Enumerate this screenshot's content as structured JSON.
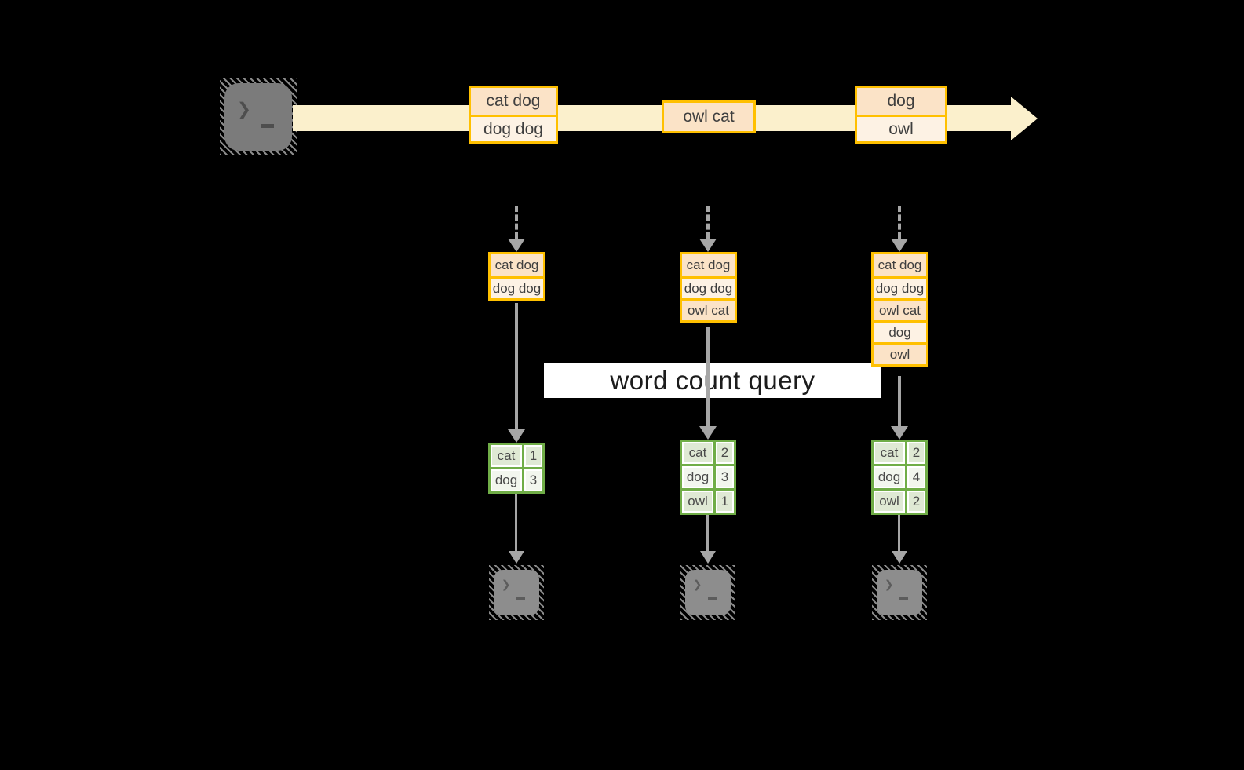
{
  "banner": {
    "label": "word count query"
  },
  "icons": {
    "source_terminal": "terminal-icon",
    "sink_terminal": "terminal-icon",
    "prompt_chevron": "❯"
  },
  "colors": {
    "background": "#000000",
    "accent_amber": "#FFC000",
    "fill_peach_dark": "#FBE3C7",
    "fill_peach_light": "#FDF2E4",
    "stream_band": "#FBF0CC",
    "accent_green": "#70AD47",
    "fill_green_dark": "#DFE9D4",
    "fill_green_light": "#F2F6EE",
    "arrow_gray": "#A6A6A6",
    "banner_bg": "#FFFFFF"
  },
  "stream": {
    "event_groups": [
      {
        "rows": [
          "cat dog",
          "dog dog"
        ]
      },
      {
        "rows": [
          "owl cat"
        ]
      },
      {
        "rows": [
          "dog",
          "owl"
        ]
      }
    ]
  },
  "windows": [
    {
      "rows": [
        "cat dog",
        "dog dog"
      ]
    },
    {
      "rows": [
        "cat dog",
        "dog dog",
        "owl cat"
      ]
    },
    {
      "rows": [
        "cat dog",
        "dog dog",
        "owl cat",
        "dog",
        "owl"
      ]
    }
  ],
  "count_tables": [
    {
      "rows": [
        [
          "cat",
          "1"
        ],
        [
          "dog",
          "3"
        ]
      ]
    },
    {
      "rows": [
        [
          "cat",
          "2"
        ],
        [
          "dog",
          "3"
        ],
        [
          "owl",
          "1"
        ]
      ]
    },
    {
      "rows": [
        [
          "cat",
          "2"
        ],
        [
          "dog",
          "4"
        ],
        [
          "owl",
          "2"
        ]
      ]
    }
  ]
}
